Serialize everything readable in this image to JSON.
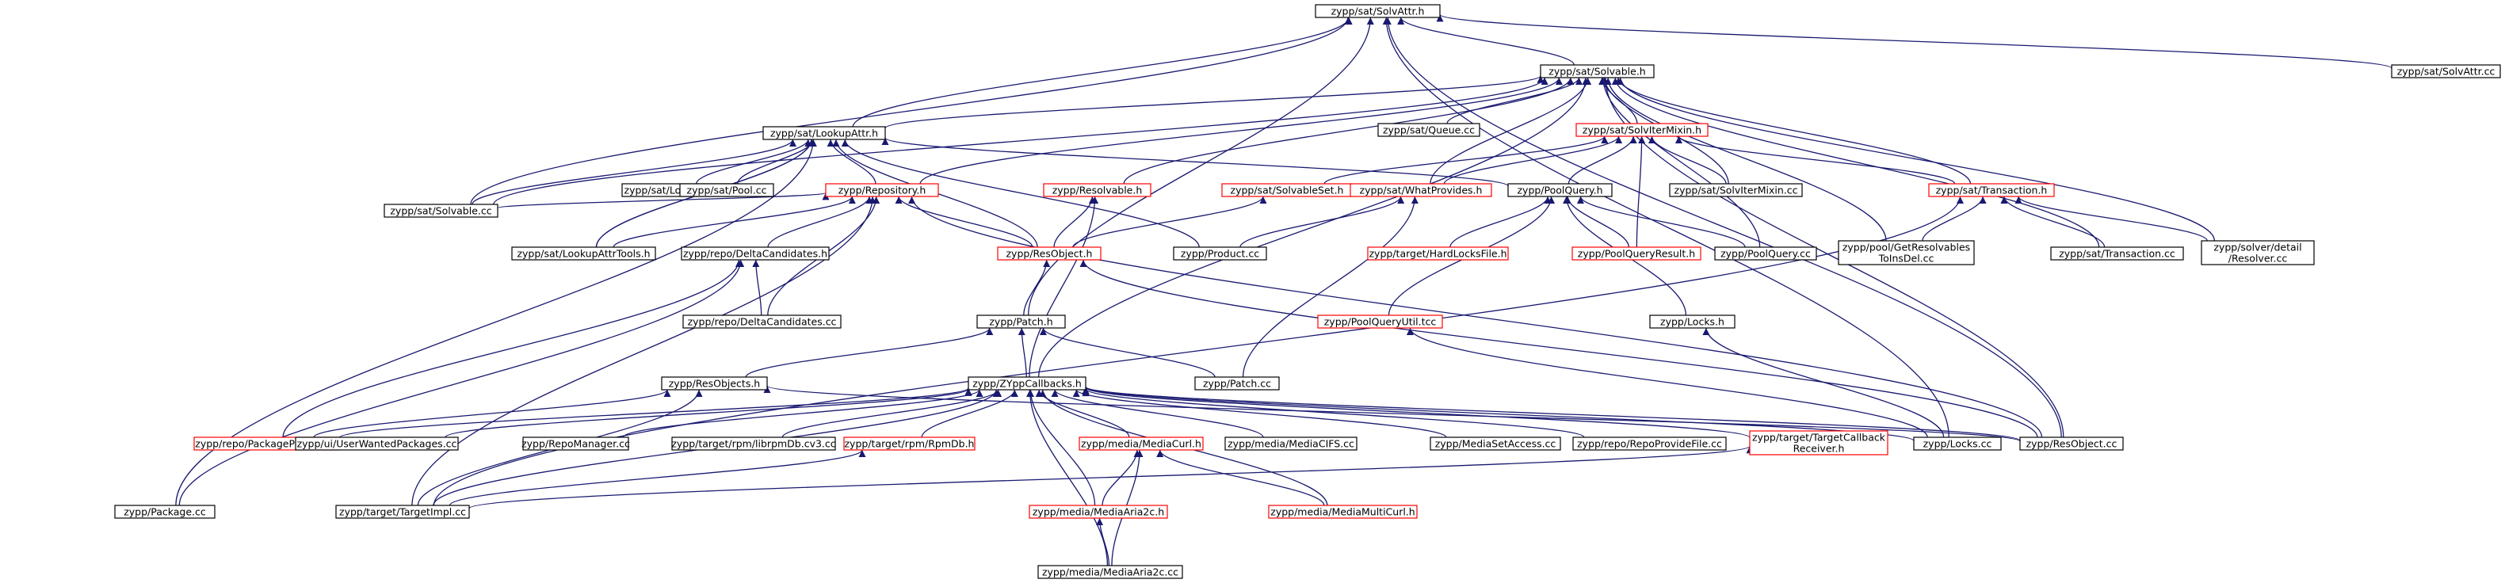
{
  "colors": {
    "edge": "#191970",
    "root_fill": "#bfbfbf",
    "black_border": "#000000",
    "red_border": "#ff0000"
  },
  "nodes": [
    {
      "id": "solvattr_h",
      "label": "zypp/sat/SolvAttr.h",
      "border": "black",
      "root": true
    },
    {
      "id": "solvable_h",
      "label": "zypp/sat/Solvable.h",
      "border": "black"
    },
    {
      "id": "solvattr_cc",
      "label": "zypp/sat/SolvAttr.cc",
      "border": "black"
    },
    {
      "id": "lookupattr_h",
      "label": "zypp/sat/LookupAttr.h",
      "border": "black"
    },
    {
      "id": "queue_cc",
      "label": "zypp/sat/Queue.cc",
      "border": "black"
    },
    {
      "id": "solvitermixin_h",
      "label": "zypp/sat/SolvIterMixin.h",
      "border": "red"
    },
    {
      "id": "lookupattr_cc",
      "label": "zypp/sat/LookupAttr.cc",
      "border": "black"
    },
    {
      "id": "pool_cc",
      "label": "zypp/sat/Pool.cc",
      "border": "black"
    },
    {
      "id": "repository_h",
      "label": "zypp/Repository.h",
      "border": "red"
    },
    {
      "id": "resolvable_h",
      "label": "zypp/Resolvable.h",
      "border": "red"
    },
    {
      "id": "solvableset_h",
      "label": "zypp/sat/SolvableSet.h",
      "border": "red"
    },
    {
      "id": "whatprovides_h",
      "label": "zypp/sat/WhatProvides.h",
      "border": "red"
    },
    {
      "id": "poolquery_h",
      "label": "zypp/PoolQuery.h",
      "border": "black"
    },
    {
      "id": "solvitermixin_cc",
      "label": "zypp/sat/SolvIterMixin.cc",
      "border": "black"
    },
    {
      "id": "transaction_h",
      "label": "zypp/sat/Transaction.h",
      "border": "red"
    },
    {
      "id": "solvable_cc",
      "label": "zypp/sat/Solvable.cc",
      "border": "black"
    },
    {
      "id": "lookupattrtools_h",
      "label": "zypp/sat/LookupAttrTools.h",
      "border": "black"
    },
    {
      "id": "deltacandidates_h",
      "label": "zypp/repo/DeltaCandidates.h",
      "border": "black"
    },
    {
      "id": "resobject_h",
      "label": "zypp/ResObject.h",
      "border": "red"
    },
    {
      "id": "product_cc",
      "label": "zypp/Product.cc",
      "border": "black"
    },
    {
      "id": "hardlocksfile_h",
      "label": "zypp/target/HardLocksFile.h",
      "border": "red"
    },
    {
      "id": "poolqueryresult_h",
      "label": "zypp/PoolQueryResult.h",
      "border": "red"
    },
    {
      "id": "poolquery_cc",
      "label": "zypp/PoolQuery.cc",
      "border": "black"
    },
    {
      "id": "getresolvables_cc",
      "label": [
        "zypp/pool/GetResolvables",
        "ToInsDel.cc"
      ],
      "border": "black"
    },
    {
      "id": "transaction_cc",
      "label": "zypp/sat/Transaction.cc",
      "border": "black"
    },
    {
      "id": "resolver_cc",
      "label": [
        "zypp/solver/detail",
        "/Resolver.cc"
      ],
      "border": "black"
    },
    {
      "id": "deltacandidates_cc",
      "label": "zypp/repo/DeltaCandidates.cc",
      "border": "black"
    },
    {
      "id": "patch_h",
      "label": "zypp/Patch.h",
      "border": "black"
    },
    {
      "id": "poolqueryutil_tcc",
      "label": "zypp/PoolQueryUtil.tcc",
      "border": "red"
    },
    {
      "id": "locks_h",
      "label": "zypp/Locks.h",
      "border": "black"
    },
    {
      "id": "resobjects_h",
      "label": "zypp/ResObjects.h",
      "border": "black"
    },
    {
      "id": "zyppcallbacks_h",
      "label": "zypp/ZYppCallbacks.h",
      "border": "black"
    },
    {
      "id": "patch_cc",
      "label": "zypp/Patch.cc",
      "border": "black"
    },
    {
      "id": "packageprovider_h",
      "label": "zypp/repo/PackageProvider.h",
      "border": "red"
    },
    {
      "id": "userwantedpackages_cc",
      "label": "zypp/ui/UserWantedPackages.cc",
      "border": "black"
    },
    {
      "id": "repomanager_cc",
      "label": "zypp/RepoManager.cc",
      "border": "black"
    },
    {
      "id": "librpmdb_cv3_cc",
      "label": "zypp/target/rpm/librpmDb.cv3.cc",
      "border": "black"
    },
    {
      "id": "rpmdb_h",
      "label": "zypp/target/rpm/RpmDb.h",
      "border": "red"
    },
    {
      "id": "mediacurl_h",
      "label": "zypp/media/MediaCurl.h",
      "border": "red"
    },
    {
      "id": "mediacifs_cc",
      "label": "zypp/media/MediaCIFS.cc",
      "border": "black"
    },
    {
      "id": "mediasetaccess_cc",
      "label": "zypp/MediaSetAccess.cc",
      "border": "black"
    },
    {
      "id": "repoprovidefile_cc",
      "label": "zypp/repo/RepoProvideFile.cc",
      "border": "black"
    },
    {
      "id": "targetcallbackreceiver_h",
      "label": [
        "zypp/target/TargetCallback",
        "Receiver.h"
      ],
      "border": "red"
    },
    {
      "id": "locks_cc",
      "label": "zypp/Locks.cc",
      "border": "black"
    },
    {
      "id": "resobject_cc",
      "label": "zypp/ResObject.cc",
      "border": "black"
    },
    {
      "id": "package_cc",
      "label": "zypp/Package.cc",
      "border": "black"
    },
    {
      "id": "targetimpl_cc",
      "label": "zypp/target/TargetImpl.cc",
      "border": "black"
    },
    {
      "id": "mediaaria2c_h",
      "label": "zypp/media/MediaAria2c.h",
      "border": "red"
    },
    {
      "id": "mediamulticurl_h",
      "label": "zypp/media/MediaMultiCurl.h",
      "border": "red"
    },
    {
      "id": "mediaaria2c_cc",
      "label": "zypp/media/MediaAria2c.cc",
      "border": "black"
    }
  ]
}
